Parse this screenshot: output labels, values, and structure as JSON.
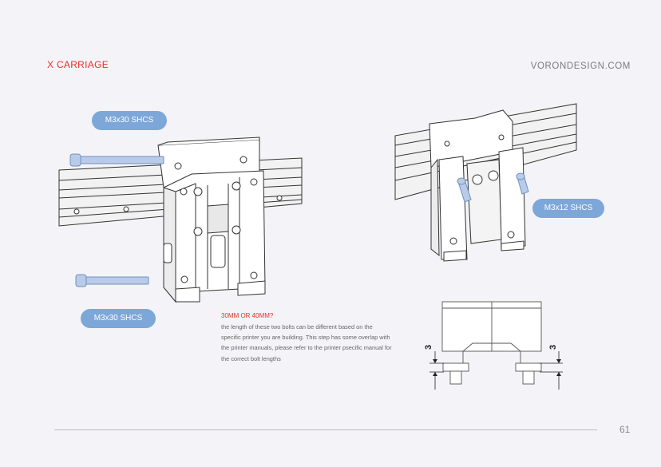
{
  "header": {
    "section_title": "X CARRIAGE",
    "site": "VORONDESIGN.COM"
  },
  "callouts": {
    "top_left": "M3x30 SHCS",
    "bottom_left": "M3x30 SHCS",
    "right": "M3x12 SHCS"
  },
  "note": {
    "heading": "30MM OR 40MM?",
    "body": "the length of these two bolts can be different based on the specific printer you are building. This step has some overlap with the printer manuals, please refer to the printer psecific manual for the correct bolt lengths"
  },
  "dimensions": {
    "left": "3",
    "right": "3"
  },
  "footer": {
    "page_number": "61"
  },
  "colors": {
    "accent_red": "#e8322d",
    "callout_blue": "#7da7d8",
    "bolt_blue": "#b9cbe8"
  },
  "icons": [
    "x-carriage-illustration",
    "x-carriage-rear-illustration",
    "bolt-detail-illustration"
  ]
}
